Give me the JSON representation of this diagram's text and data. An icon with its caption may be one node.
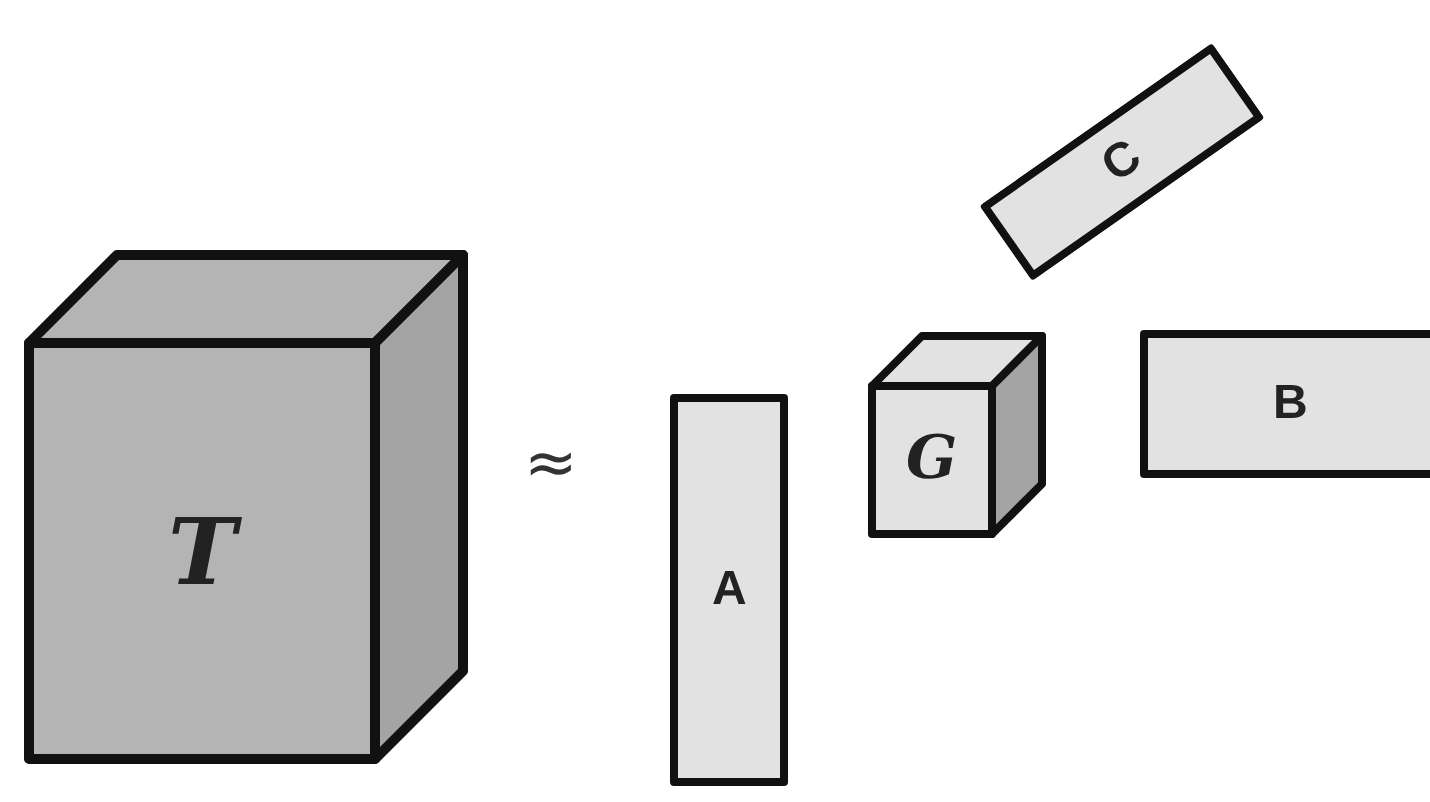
{
  "diagram": {
    "nodes": [
      {
        "text": [
          "T"
        ]
      },
      {
        "text": [
          "A"
        ]
      },
      {
        "text": [
          "G"
        ]
      },
      {
        "text": [
          "C"
        ]
      },
      {
        "text": [
          "B"
        ]
      }
    ],
    "labels": [
      "≈"
    ]
  }
}
